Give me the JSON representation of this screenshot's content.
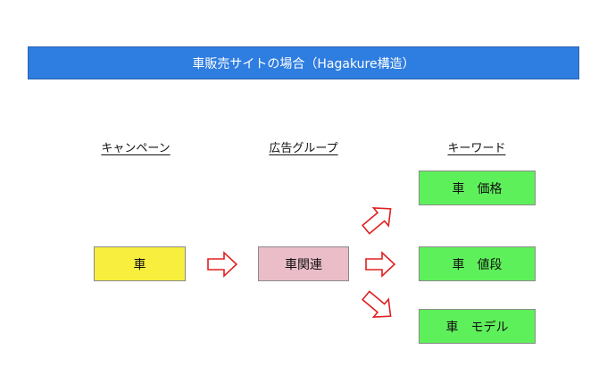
{
  "title": "車販売サイトの場合（Hagakure構造）",
  "headings": {
    "campaign": "キャンペーン",
    "adgroup": "広告グループ",
    "keyword": "キーワード"
  },
  "campaign": "車",
  "adgroup": "車関連",
  "keywords": [
    "車　価格",
    "車　値段",
    "車　モデル"
  ],
  "colors": {
    "title_bar": "#2e7de0",
    "campaign": "#f8ee3e",
    "adgroup": "#eabdc9",
    "keyword": "#5ef05a",
    "arrow": "#e02020"
  }
}
